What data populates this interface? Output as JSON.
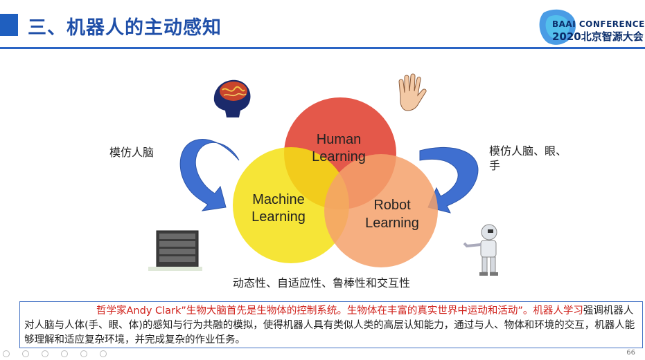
{
  "slide": {
    "title": "三、机器人的主动感知",
    "logo": {
      "line1": "BAAI CONFERENCE",
      "line2": "2020北京智源大会",
      "colors": [
        "#1a6fd6",
        "#39c2e8",
        "#0b2e6b"
      ]
    },
    "page_number": "66"
  },
  "diagram": {
    "circles": [
      {
        "line1": "Human",
        "line2": "Learning",
        "color": "#e24a3b"
      },
      {
        "line1": "Machine",
        "line2": "Learning",
        "color": "#f5e014"
      },
      {
        "line1": "Robot",
        "line2": "Learning",
        "color": "#f4a16b"
      }
    ],
    "left_label": "模仿人脑",
    "right_label_line1": "模仿人脑、眼、",
    "right_label_line2": "手",
    "caption": "动态性、自适应性、鲁棒性和交互性",
    "arrow_color": "#3f6fd0",
    "icons": [
      "brain-icon",
      "hand-icon",
      "server-icon",
      "robot-icon"
    ]
  },
  "quote": {
    "red_text": "哲学家Andy Clark”生物大脑首先是生物体的控制系统。生物体在丰富的真实世界中运动和活动”。机器人学习",
    "black_text": "强调机器人对人脑与人体(手、眼、体)的感知与行为共融的模拟，使得机器人具有类似人类的高层认知能力，通过与人、物体和环境的交互，机器人能够理解和适应复杂环境，并完成复杂的作业任务。"
  }
}
